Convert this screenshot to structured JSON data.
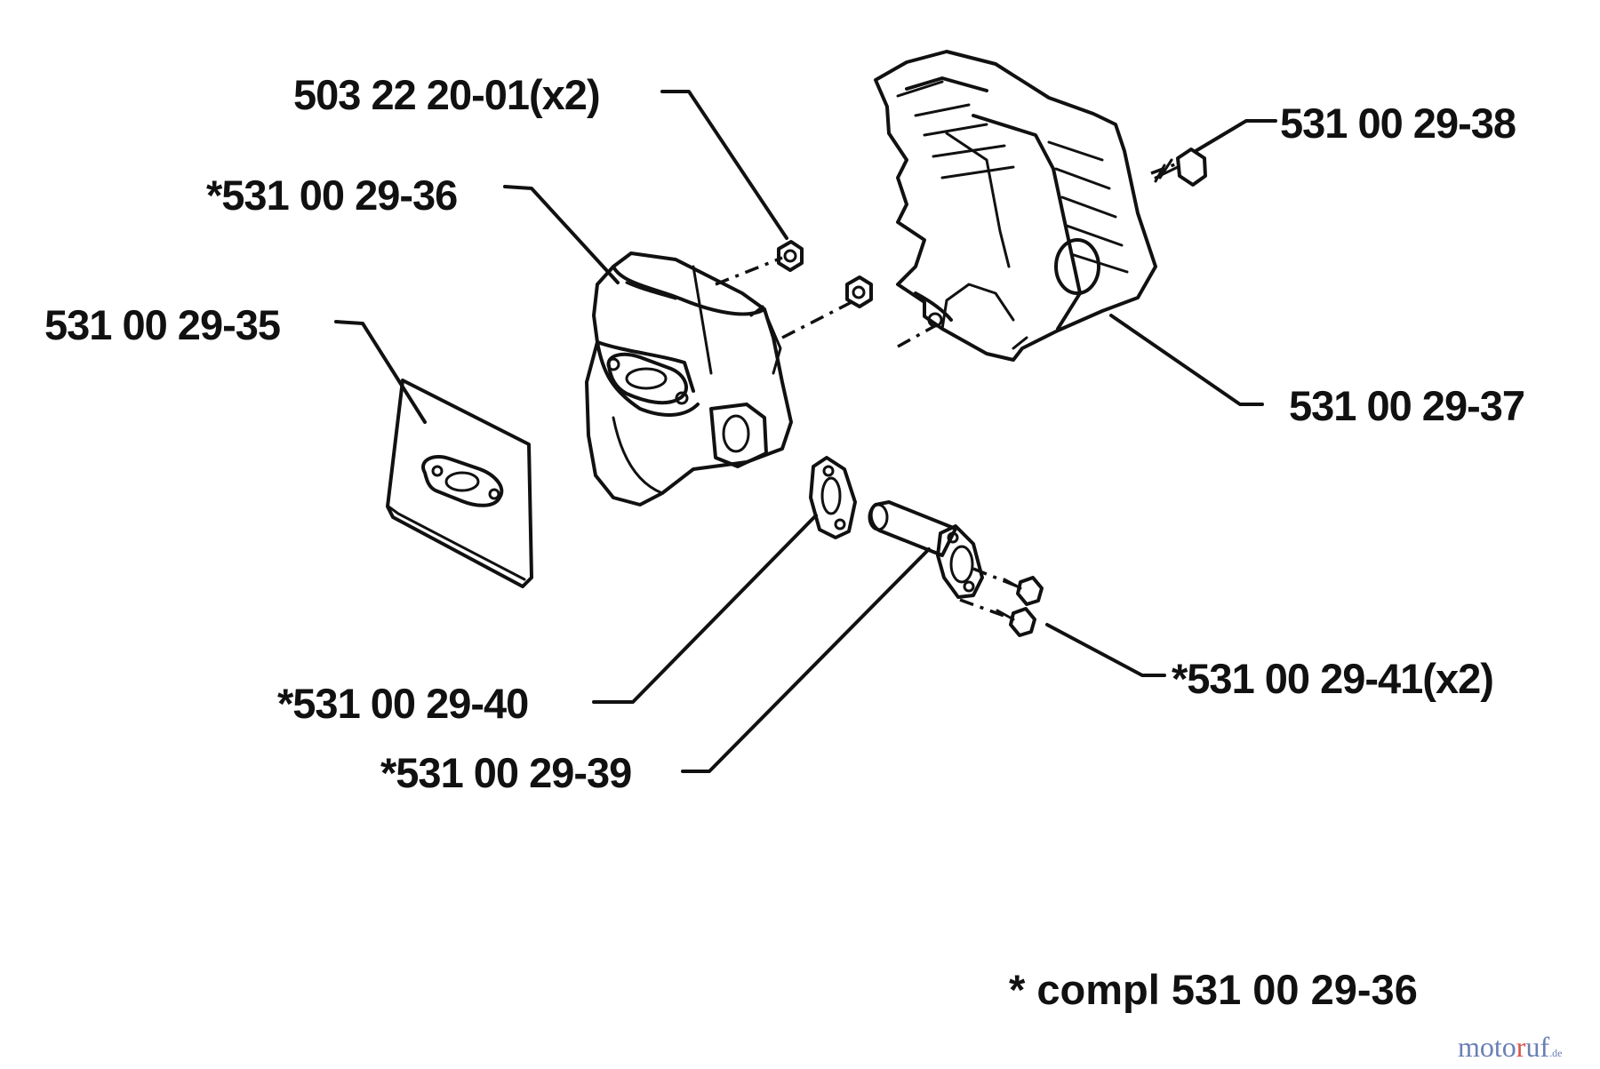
{
  "labels": {
    "nut": "503 22 20-01(x2)",
    "muffler": "*531 00 29-36",
    "gasket": "531 00 29-35",
    "screw_top": "531 00 29-38",
    "cover": "531 00 29-37",
    "flange_gasket": "*531 00 29-40",
    "spark_arrestor": "*531 00 29-39",
    "screws_bottom": "*531 00 29-41(x2)"
  },
  "footnote": "* compl 531 00 29-36",
  "watermark": {
    "part1": "moto",
    "part2": "r",
    "part3": "uf",
    "suffix": ".de"
  }
}
